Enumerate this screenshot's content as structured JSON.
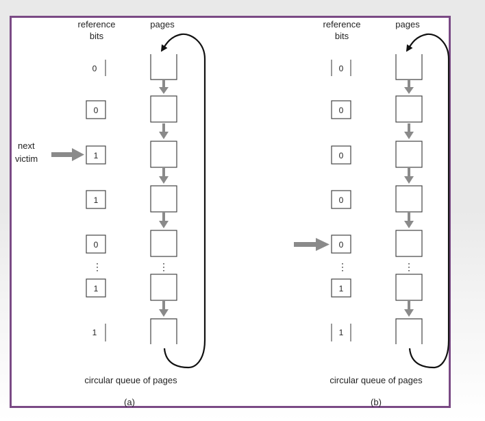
{
  "panels": [
    {
      "id": "a",
      "header_reference_line1": "reference",
      "header_reference_line2": "bits",
      "header_pages": "pages",
      "bits": [
        "0",
        "0",
        "1",
        "1",
        "0",
        "1",
        "1"
      ],
      "ellipsis": "⋮",
      "pointer_label_line1": "next",
      "pointer_label_line2": "victim",
      "caption": "circular queue of pages",
      "sublabel": "(a)"
    },
    {
      "id": "b",
      "header_reference_line1": "reference",
      "header_reference_line2": "bits",
      "header_pages": "pages",
      "bits": [
        "0",
        "0",
        "0",
        "0",
        "0",
        "1",
        "1"
      ],
      "ellipsis": "⋮",
      "caption": "circular queue of pages",
      "sublabel": "(b)"
    }
  ],
  "colors": {
    "frame": "#7a4a85",
    "line": "#111111",
    "arrow_gray": "#8a8a8a"
  }
}
